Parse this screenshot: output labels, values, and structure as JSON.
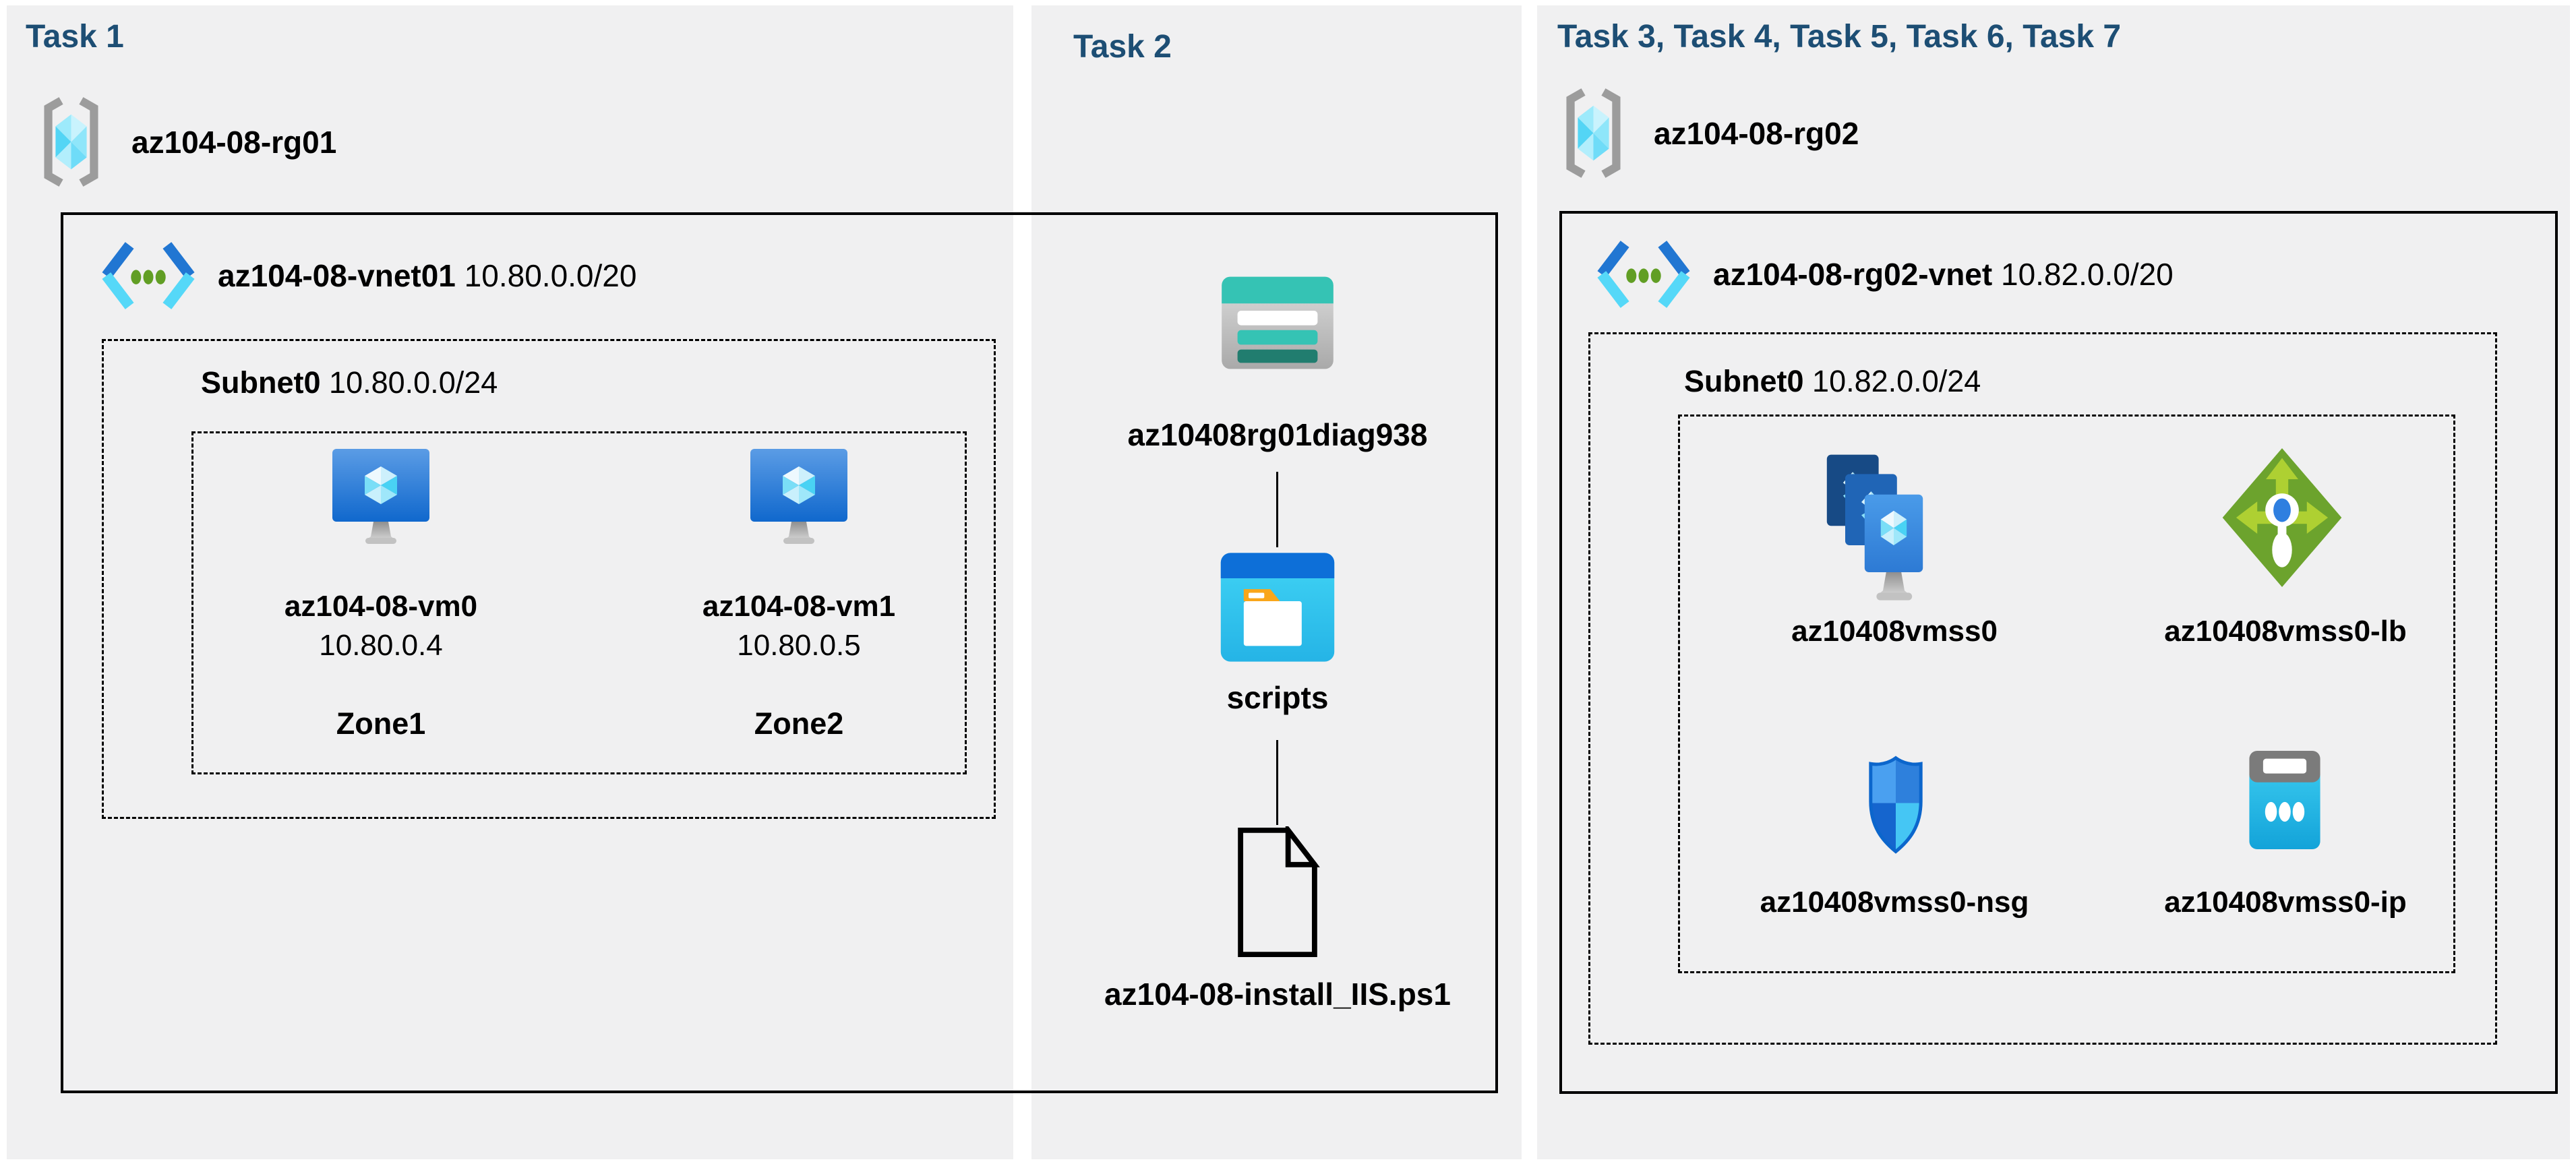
{
  "colors": {
    "header_text": "#1d4e74",
    "panel_background": "#f0f0f1",
    "box_border": "#000000",
    "vnet_blue": "#2176d2",
    "vnet_cyan": "#55d8f8",
    "vnet_green": "#619e24",
    "vm_blue_top": "#5b9ce5",
    "vm_blue_bottom": "#1068cd",
    "storage_teal": "#35c3b4",
    "storage_dark_teal": "#217d6f",
    "folder_orange": "#f9a61a",
    "lb_green": "#6ca32d",
    "nsg_blue": "#2e80dc",
    "ip_cyan": "#29bce8"
  },
  "task1": {
    "title": "Task 1",
    "resource_group": "az104-08-rg01",
    "vnet_name": "az104-08-vnet01",
    "vnet_cidr": "10.80.0.0/20",
    "subnet_name": "Subnet0",
    "subnet_cidr": "10.80.0.0/24",
    "vms": [
      {
        "name": "az104-08-vm0",
        "ip": "10.80.0.4",
        "zone": "Zone1"
      },
      {
        "name": "az104-08-vm1",
        "ip": "10.80.0.5",
        "zone": "Zone2"
      }
    ]
  },
  "task2": {
    "title": "Task 2",
    "storage_account": "az10408rg01diag938",
    "container": "scripts",
    "script_file": "az104-08-install_IIS.ps1"
  },
  "task3": {
    "title": "Task 3, Task 4, Task 5, Task 6, Task 7",
    "resource_group": "az104-08-rg02",
    "vnet_name": "az104-08-rg02-vnet",
    "vnet_cidr": "10.82.0.0/20",
    "subnet_name": "Subnet0",
    "subnet_cidr": "10.82.0.0/24",
    "resources": [
      {
        "name": "az10408vmss0"
      },
      {
        "name": "az10408vmss0-lb"
      },
      {
        "name": "az10408vmss0-nsg"
      },
      {
        "name": "az10408vmss0-ip"
      }
    ]
  }
}
